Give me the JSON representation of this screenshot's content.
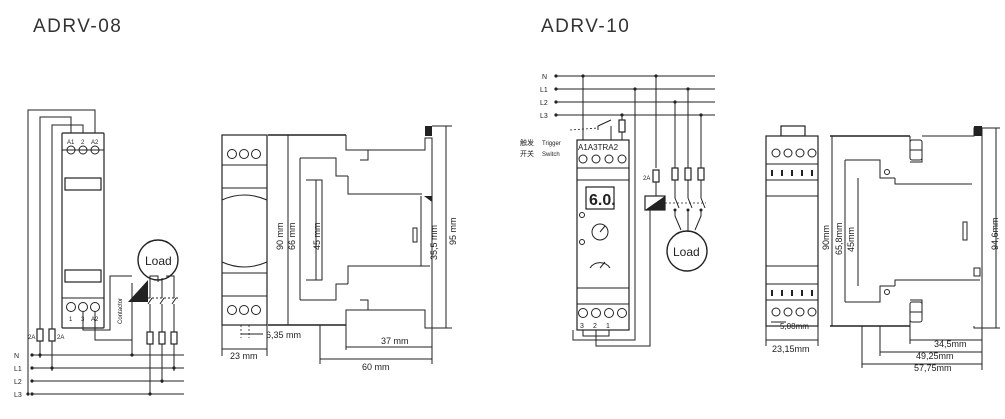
{
  "models": {
    "left": "ADRV-08",
    "right": "ADRV-10"
  },
  "left_wiring": {
    "terminal_top": [
      "A1",
      "2",
      "A2"
    ],
    "terminal_bottom": [
      "1",
      "3",
      "A2"
    ],
    "fuse_left": "2A",
    "fuse_right": "2A",
    "contactor": "Contactor",
    "load": "Load",
    "lines": [
      "N",
      "L1",
      "L2",
      "L3"
    ]
  },
  "left_dimensions": {
    "height_90": "90 mm",
    "height_66": "66 mm",
    "height_45": "45 mm",
    "width_23": "23 mm",
    "gap_635": "6,35 mm",
    "depth_355": "35,5 mm",
    "height_95": "95 mm",
    "depth_37": "37 mm",
    "depth_60": "60 mm"
  },
  "right_wiring": {
    "lines": [
      "N",
      "L1",
      "L2",
      "L3"
    ],
    "trigger_cn": "触发",
    "trigger_en": "Trigger",
    "switch_cn": "开关",
    "switch_en": "Switch",
    "terminal_top": "A1A3TRA2",
    "display": "6.0.",
    "terminal_bottom": [
      "3",
      "2",
      "1"
    ],
    "fuse": "2A",
    "load": "Load"
  },
  "right_dimensions": {
    "height_90": "90mm",
    "height_658": "65,8mm",
    "height_45": "45mm",
    "pitch_508": "5,08mm",
    "width_2315": "23,15mm",
    "height_946": "94,6mm",
    "depth_345": "34,5mm",
    "depth_4925": "49,25mm",
    "depth_5775": "57,75mm"
  }
}
